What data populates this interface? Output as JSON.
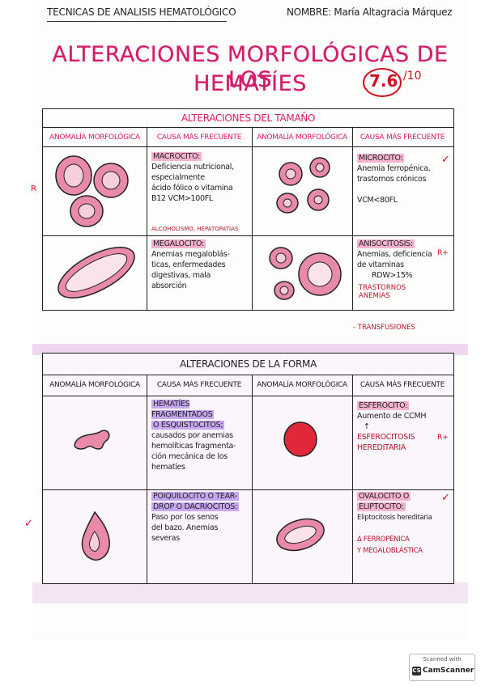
{
  "header": {
    "course": "TECNICAS DE ANALISIS HEMATOLÓGICO",
    "name": "NOMBRE: María Altagracia Márquez"
  },
  "title": {
    "line1": "ALTERACIONES MORFOLÓGICAS DE LOS",
    "line2": "HEMATÍES"
  },
  "grade": {
    "score": "7.6",
    "note": "/10"
  },
  "size_section": {
    "title": "ALTERACIONES DEL TAMAÑO",
    "col_anomaly": "ANOMALÍA MORFOLÓGICA",
    "col_cause": "CAUSA MÁS FRECUENTE",
    "rows": [
      {
        "left_name": "MACROCITO:",
        "left_text": [
          "Deficiencia nutricional,",
          "especialmente",
          "ácido fólico o vitamina",
          "B12  VCM>100FL",
          "ALCOHOLISMO, HEPATOPATÍAS"
        ],
        "right_name": "MICROCITO:",
        "right_text": [
          "Anemia ferropénica,",
          "trastornos crónicos",
          "",
          "VCM<80FL"
        ]
      },
      {
        "left_name": "MEGALOCITO:",
        "left_text": [
          "Anemias megaloblás-",
          "ticas, enfermedades",
          "digestivas, mala",
          "absorción"
        ],
        "right_name": "ANISOCITOSIS:",
        "right_text": [
          "Anemias, deficiencia",
          "de vitaminas",
          "RDW>15%"
        ],
        "right_extra": [
          "TRASTORNOS",
          "ANEMIAS",
          "- TRANSFUSIONES"
        ]
      }
    ]
  },
  "shape_section": {
    "title": "ALTERACIONES DE LA FORMA",
    "col_anomaly": "ANOMALÍA MORFOLÓGICA",
    "col_cause": "CAUSA MÁS FRECUENTE",
    "rows": [
      {
        "left_name": [
          "HEMATÍES FRAGMENTADOS",
          "O ESQUISTOCITOS;"
        ],
        "left_text": [
          "causados por anemias",
          "hemolíticas fragmenta-",
          "ción mecánica de los",
          "hematíes"
        ],
        "right_name": "ESFEROCITO:",
        "right_text": [
          "Aumento de CCMH",
          "↑",
          "ESFEROCITOSIS",
          "HEREDITARIA"
        ]
      },
      {
        "left_name": [
          "POIQUILOCITO O TEAR-",
          "DROP O DACRIOCITOS:"
        ],
        "left_text": [
          "Paso por los senos",
          "del bazo. Anemias",
          "severas"
        ],
        "right_name": [
          "OVALOCITO O",
          "ELIPTOCITO:"
        ],
        "right_text": [
          "Eliptocitosis hereditaria",
          "Δ FERROPÉNICA",
          "Y MEGALOBLÁSTICA"
        ]
      }
    ]
  },
  "marks": {
    "r1": "R",
    "r2": "R+",
    "r3": "R+"
  },
  "scanner": {
    "top": "Scanned with",
    "brand": "CamScanner",
    "logo": "CS"
  },
  "colors": {
    "accent": "#d41d6c",
    "cell_pink": "#e88aa8",
    "highlight_purple": "#c7a7f0",
    "correction_red": "#d10f1f"
  }
}
